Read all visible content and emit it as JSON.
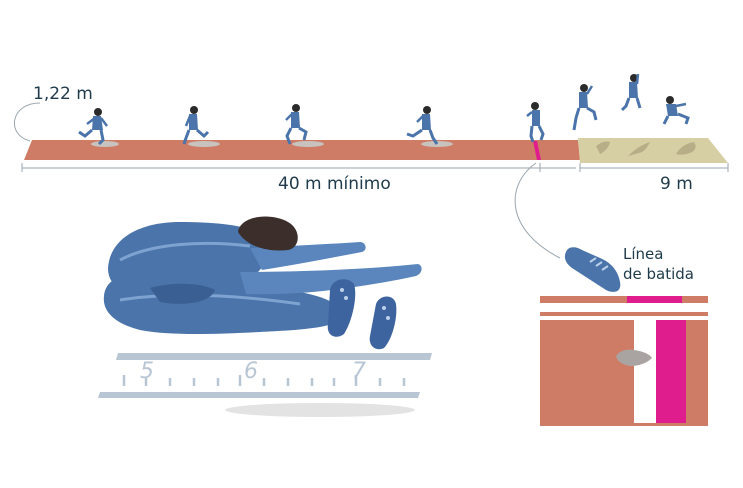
{
  "labels": {
    "lane_width": "1,22 m",
    "runway_length": "40 m mínimo",
    "pit_length": "9 m",
    "takeoff_line_1": "Línea",
    "takeoff_line_2": "de batida"
  },
  "ruler": {
    "marks": [
      "5",
      "6",
      "7"
    ]
  },
  "colors": {
    "track": "#cf7c66",
    "pit": "#d7cfa4",
    "takeoff_line": "#e01d8c",
    "athlete_blue": "#4a74aa",
    "athlete_light": "#6f96c8",
    "text": "#1f3a4a",
    "ruler": "#b8c6d4"
  }
}
